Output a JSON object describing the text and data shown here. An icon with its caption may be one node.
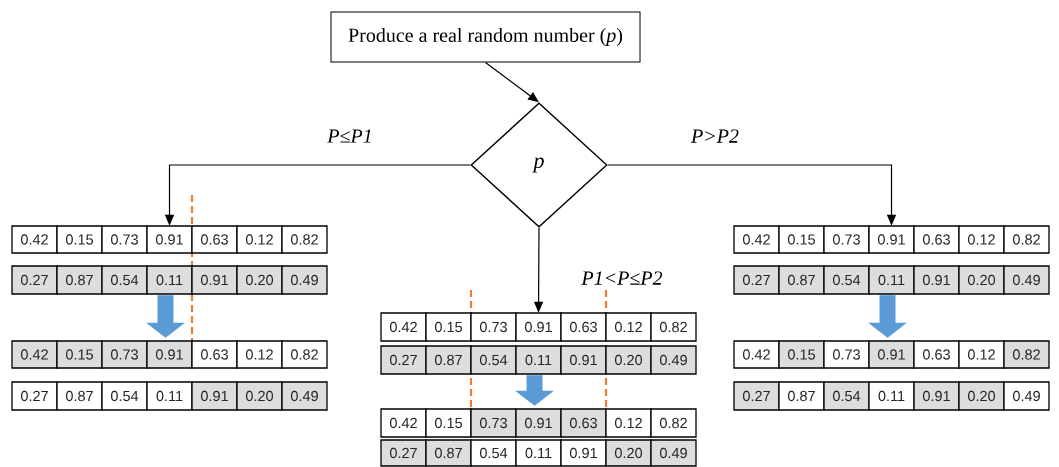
{
  "diagram": {
    "nodes": [
      {
        "text": [
          "Produce a real random number (*p*)"
        ]
      },
      {
        "text": [
          "p"
        ]
      },
      {
        "text": [
          "0.42",
          "0.15",
          "0.73",
          "0.91",
          "0.63",
          "0.12",
          "0.82"
        ]
      },
      {
        "text": [
          "0.27",
          "0.87",
          "0.54",
          "0.11",
          "0.91",
          "0.20",
          "0.49"
        ]
      },
      {
        "text": [
          "0.42",
          "0.15",
          "0.73",
          "0.91",
          "0.63",
          "0.12",
          "0.82"
        ]
      },
      {
        "text": [
          "0.27",
          "0.87",
          "0.54",
          "0.11",
          "0.91",
          "0.20",
          "0.49"
        ]
      },
      {
        "text": [
          "0.42",
          "0.15",
          "0.73",
          "0.91",
          "0.63",
          "0.12",
          "0.82"
        ]
      },
      {
        "text": [
          "0.27",
          "0.87",
          "0.54",
          "0.11",
          "0.91",
          "0.20",
          "0.49"
        ]
      },
      {
        "text": [
          "0.42",
          "0.15",
          "0.73",
          "0.91",
          "0.63",
          "0.12",
          "0.82"
        ]
      },
      {
        "text": [
          "0.27",
          "0.87",
          "0.54",
          "0.11",
          "0.91",
          "0.20",
          "0.49"
        ]
      },
      {
        "text": [
          "0.42",
          "0.15",
          "0.73",
          "0.91",
          "0.63",
          "0.12",
          "0.82"
        ]
      },
      {
        "text": [
          "0.27",
          "0.87",
          "0.54",
          "0.11",
          "0.91",
          "0.20",
          "0.49"
        ]
      },
      {
        "text": [
          "0.42",
          "0.15",
          "0.73",
          "0.91",
          "0.63",
          "0.12",
          "0.82"
        ]
      },
      {
        "text": [
          "0.27",
          "0.87",
          "0.54",
          "0.11",
          "0.91",
          "0.20",
          "0.49"
        ]
      }
    ],
    "edges": [
      {
        "from": 0,
        "to": 1,
        "arrow": "to"
      },
      {
        "from": 1,
        "to": 2,
        "arrow": "to",
        "label": "P≤P1"
      },
      {
        "from": 1,
        "to": 6,
        "arrow": "to",
        "label": "P1<P≤P2"
      },
      {
        "from": 1,
        "to": 10,
        "arrow": "to",
        "label": "P>P2"
      },
      {
        "from": 3,
        "to": 4,
        "arrow": "to",
        "style": "thick",
        "color": "#5b9bd5"
      },
      {
        "from": 7,
        "to": 8,
        "arrow": "to",
        "style": "thick",
        "color": "#5b9bd5"
      },
      {
        "from": 11,
        "to": 12,
        "arrow": "to",
        "style": "thick",
        "color": "#5b9bd5"
      }
    ]
  }
}
